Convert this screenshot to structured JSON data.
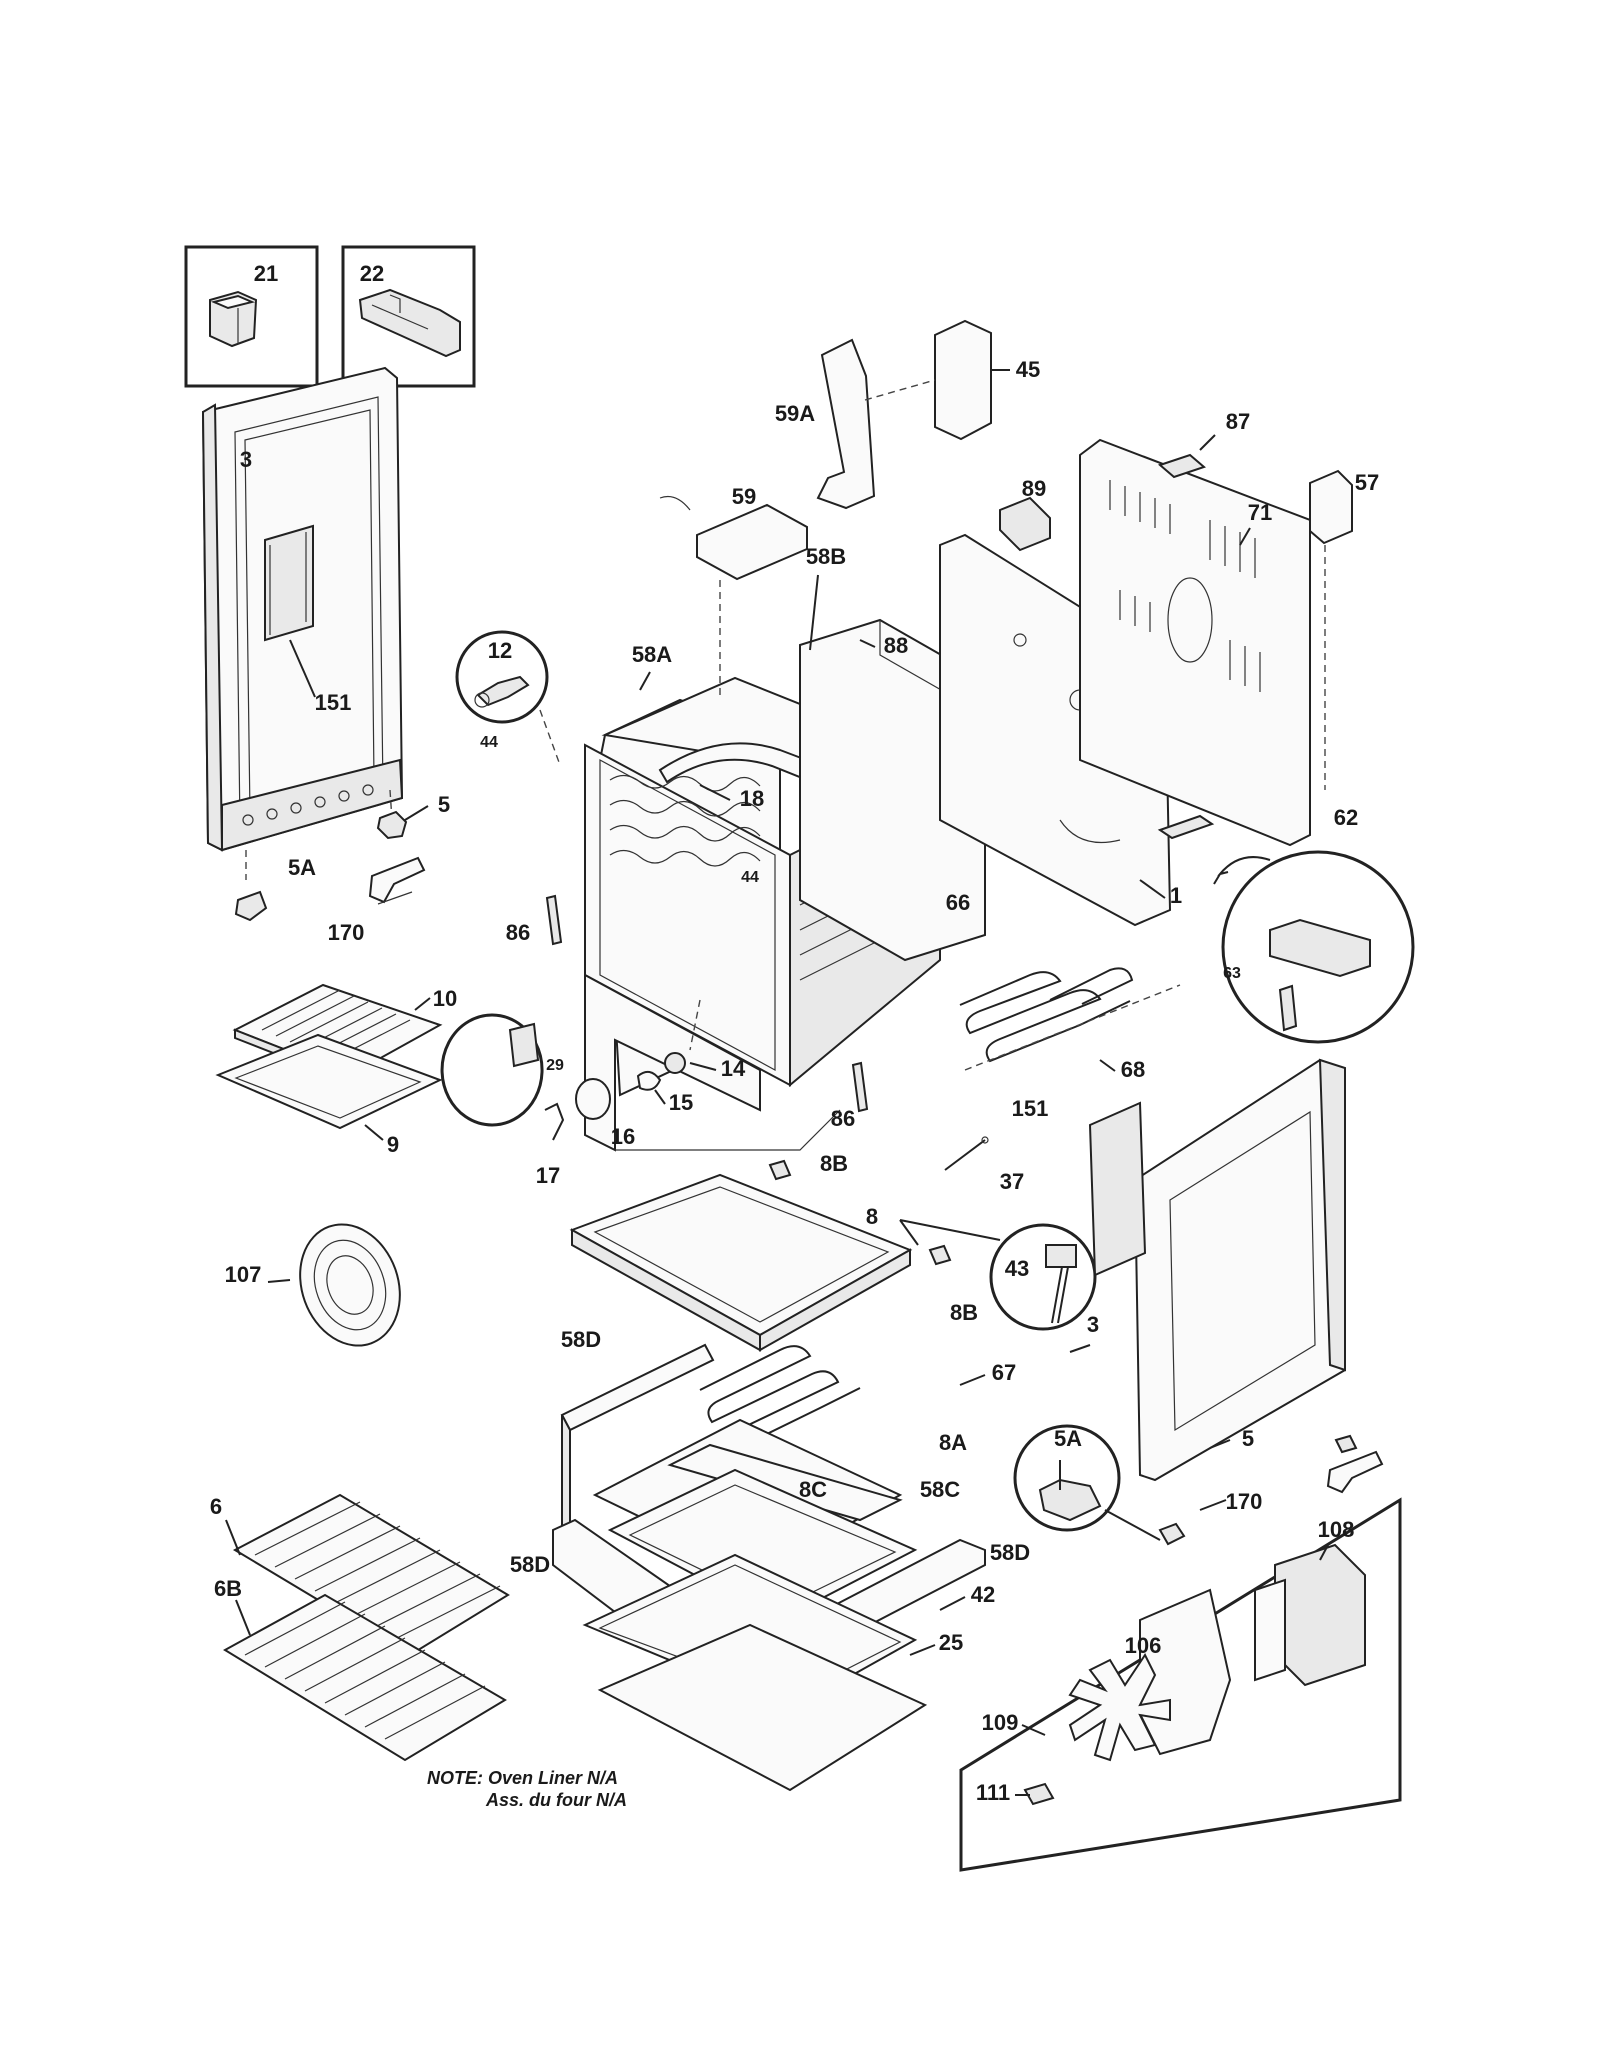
{
  "labels": {
    "l21": "21",
    "l22": "22",
    "l45": "45",
    "l59A": "59A",
    "l59": "59",
    "l87": "87",
    "l57": "57",
    "l89": "89",
    "l71": "71",
    "l3a": "3",
    "l58B": "58B",
    "l88": "88",
    "l58A": "58A",
    "l12": "12",
    "l151a": "151",
    "l44a": "44",
    "l18": "18",
    "l5a": "5",
    "l5Aa": "5A",
    "l62": "62",
    "l1": "1",
    "l44b": "44",
    "l170a": "170",
    "l86a": "86",
    "l66": "66",
    "l63": "63",
    "l10": "10",
    "l29": "29",
    "l14": "14",
    "l68": "68",
    "l15": "15",
    "l86b": "86",
    "l9": "9",
    "l16": "16",
    "l151b": "151",
    "l17": "17",
    "l8B1": "8B",
    "l37": "37",
    "l8": "8",
    "l43": "43",
    "l107": "107",
    "l8B2": "8B",
    "l3b": "3",
    "l58D1": "58D",
    "l67": "67",
    "l5Ab": "5A",
    "l8A": "8A",
    "l5b": "5",
    "l8C": "8C",
    "l58C": "58C",
    "l170b": "170",
    "l6": "6",
    "l108": "108",
    "l58D2": "58D",
    "l58D3": "58D",
    "l6B": "6B",
    "l42": "42",
    "l106": "106",
    "l25": "25",
    "l109": "109",
    "l111": "111"
  },
  "note": {
    "line1": "NOTE: Oven Liner N/A",
    "line2": "Ass. du four N/A"
  }
}
